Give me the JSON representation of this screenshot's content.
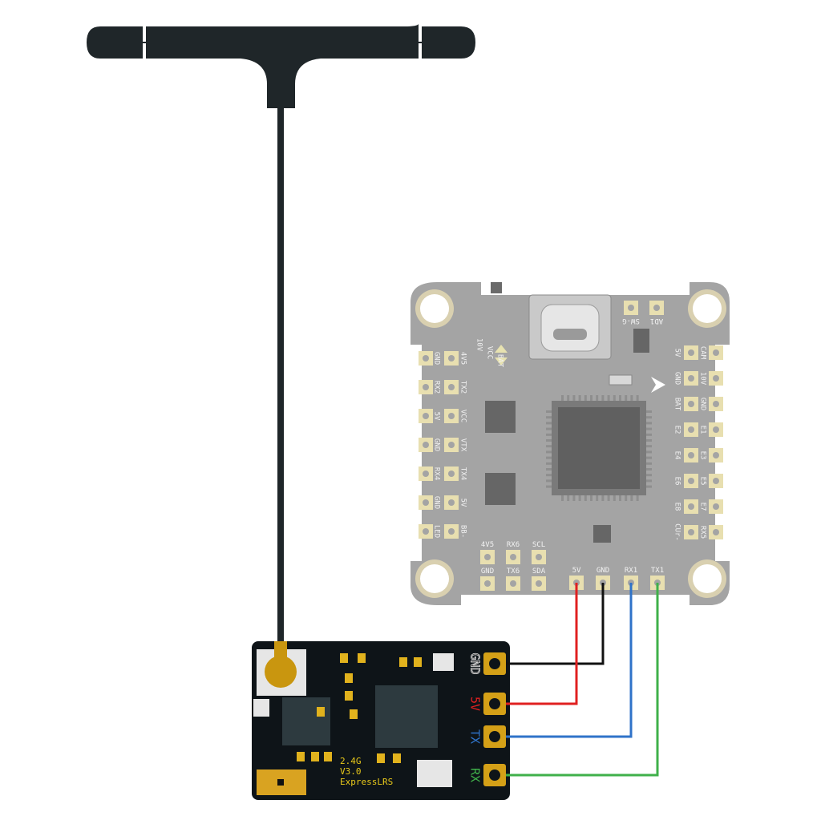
{
  "flight_controller": {
    "left_pad_labels": [
      [
        "GND",
        "4V5"
      ],
      [
        "RX2",
        "TX2"
      ],
      [
        "5V",
        "VCC"
      ],
      [
        "GND",
        "VTX"
      ],
      [
        "RX4",
        "TX4"
      ],
      [
        "GND",
        "5V"
      ],
      [
        "LED",
        "BB-"
      ]
    ],
    "right_pad_labels": [
      [
        "5V",
        "CAM"
      ],
      [
        "GND",
        "10V"
      ],
      [
        "BAT",
        "GND"
      ],
      [
        "E2",
        "E1"
      ],
      [
        "E4",
        "E3"
      ],
      [
        "E6",
        "E5"
      ],
      [
        "E8",
        "E7"
      ],
      [
        "CUr-",
        "RX5"
      ]
    ],
    "power_labels": [
      "10V",
      "VCC",
      "BAT"
    ],
    "top_pad_labels": [
      "SW-G",
      "AD1"
    ],
    "bottom_pad_labels": [
      [
        "4V5",
        "GND"
      ],
      [
        "RX6",
        "TX6"
      ],
      [
        "SCL",
        "SDA"
      ]
    ],
    "wire_pads": [
      "5V",
      "GND",
      "RX1",
      "TX1"
    ]
  },
  "receiver": {
    "chip_text": [
      "2.4G",
      "V3.0",
      "ExpressLRS"
    ],
    "pin_labels": [
      "GND",
      "5V",
      "TX",
      "RX"
    ]
  },
  "colors": {
    "wire_5v": "#e02020",
    "wire_gnd": "#111111",
    "wire_tx": "#2f73c9",
    "wire_rx": "#3fb04a",
    "pad_gold": "#d4a017",
    "label_yellow": "#e8c91a",
    "board_gray": "#a4a4a4"
  },
  "icons": [
    "antenna-icon",
    "usb-c-port-icon",
    "mcu-chip-icon",
    "mounting-hole-icon",
    "arrow-logo-icon"
  ]
}
